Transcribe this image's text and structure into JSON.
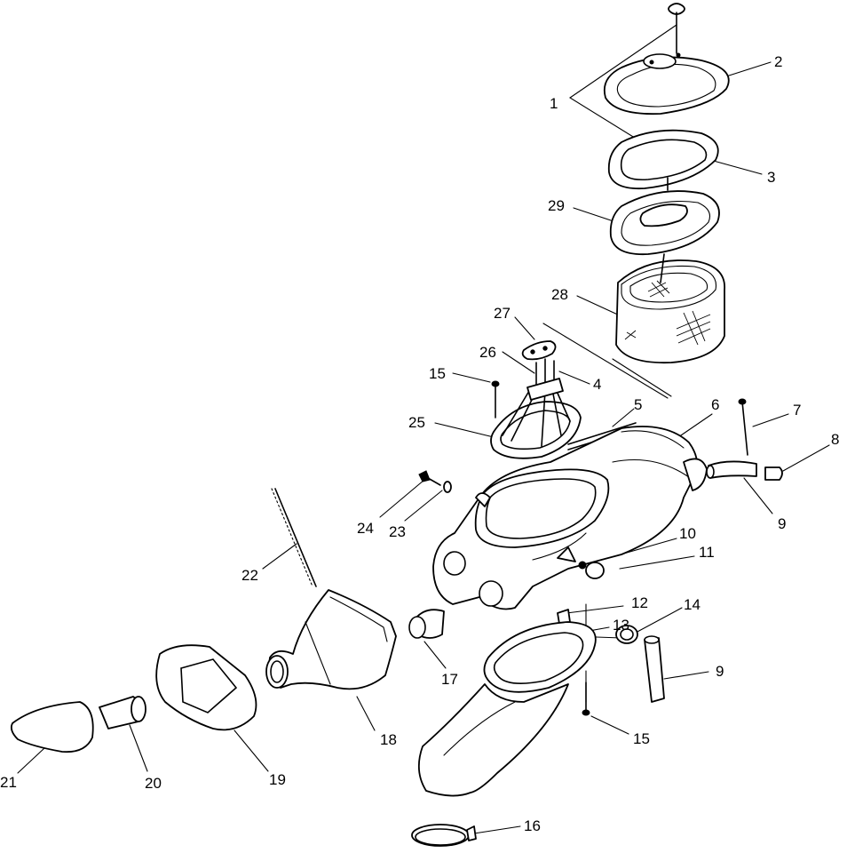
{
  "callouts": [
    {
      "id": "c1",
      "text": "1"
    },
    {
      "id": "c2",
      "text": "2"
    },
    {
      "id": "c3",
      "text": "3"
    },
    {
      "id": "c29",
      "text": "29"
    },
    {
      "id": "c28",
      "text": "28"
    },
    {
      "id": "c27",
      "text": "27"
    },
    {
      "id": "c26",
      "text": "26"
    },
    {
      "id": "c15a",
      "text": "15"
    },
    {
      "id": "c4",
      "text": "4"
    },
    {
      "id": "c25",
      "text": "25"
    },
    {
      "id": "c5",
      "text": "5"
    },
    {
      "id": "c6",
      "text": "6"
    },
    {
      "id": "c7",
      "text": "7"
    },
    {
      "id": "c8",
      "text": "8"
    },
    {
      "id": "c9a",
      "text": "9"
    },
    {
      "id": "c24",
      "text": "24"
    },
    {
      "id": "c23",
      "text": "23"
    },
    {
      "id": "c10",
      "text": "10"
    },
    {
      "id": "c11",
      "text": "11"
    },
    {
      "id": "c22",
      "text": "22"
    },
    {
      "id": "c12",
      "text": "12"
    },
    {
      "id": "c13",
      "text": "13"
    },
    {
      "id": "c14",
      "text": "14"
    },
    {
      "id": "c9b",
      "text": "9"
    },
    {
      "id": "c17",
      "text": "17"
    },
    {
      "id": "c18",
      "text": "18"
    },
    {
      "id": "c15b",
      "text": "15"
    },
    {
      "id": "c21",
      "text": "21"
    },
    {
      "id": "c20",
      "text": "20"
    },
    {
      "id": "c19",
      "text": "19"
    },
    {
      "id": "c16",
      "text": "16"
    }
  ]
}
